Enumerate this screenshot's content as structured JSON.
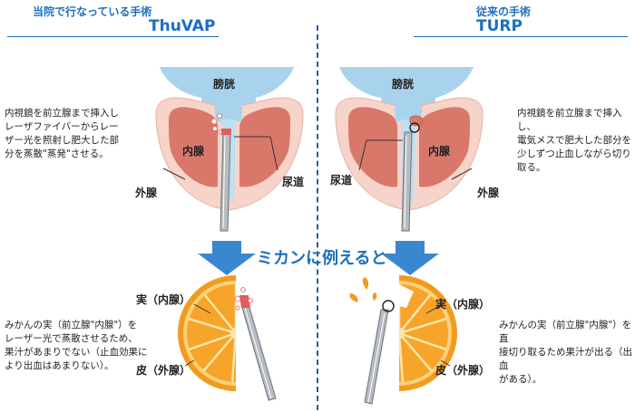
{
  "left": {
    "subtitle": "当院で行なっている手術",
    "title": "ThuVAP",
    "description": [
      "内視鏡を前立腺まで挿入し",
      "レーザファイバーからレー",
      "ザー光を照射し肥大した部",
      "分を蒸散\"蒸発\"させる。"
    ],
    "labels": {
      "bladder": "膀胱",
      "inner": "内腺",
      "outer": "外腺",
      "urethra": "尿道"
    },
    "orange_description": [
      "みかんの実（前立腺\"内腺\"）を",
      "レーザー光で蒸散させるため、",
      "果汁があまりでない（止血効果に",
      "より出血はあまりない）。"
    ],
    "orange_labels": {
      "flesh": "実（内腺）",
      "peel": "皮（外腺）"
    }
  },
  "right": {
    "subtitle": "従来の手術",
    "title": "TURP",
    "description": [
      "内視鏡を前立腺まで挿入し、",
      "電気メスで肥大した部分を",
      "少しずつ止血しながら切り",
      "取る。"
    ],
    "labels": {
      "bladder": "膀胱",
      "inner": "内腺",
      "outer": "外腺",
      "urethra": "尿道"
    },
    "orange_description": [
      "みかんの実（前立腺\"内腺\"）を直",
      "接切り取るため果汁が出る（出血",
      "がある）。"
    ],
    "orange_labels": {
      "flesh": "実（内腺）",
      "peel": "皮（外腺）"
    }
  },
  "center_caption": "ミカンに例えると",
  "colors": {
    "accent": "#1d6fbd",
    "bladder": "#a9d3ec",
    "outer_gland": "#f6d4c9",
    "inner_gland": "#d9786a",
    "orange": "#f39a1e",
    "scope": "#8b8f94",
    "arrow": "#3a87d0"
  }
}
